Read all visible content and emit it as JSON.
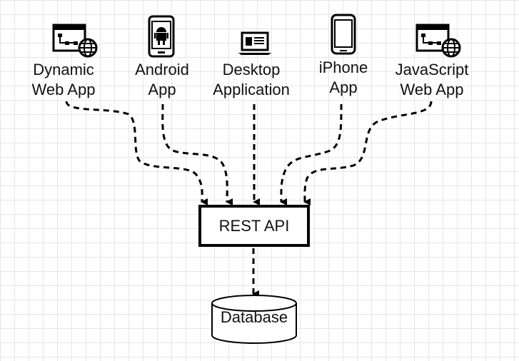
{
  "clients": [
    {
      "line1": "Dynamic",
      "line2": "Web App",
      "icon": "web-app-globe-icon"
    },
    {
      "line1": "Android",
      "line2": "App",
      "icon": "android-phone-icon"
    },
    {
      "line1": "Desktop",
      "line2": "Application",
      "icon": "desktop-laptop-icon"
    },
    {
      "line1": "iPhone",
      "line2": "App",
      "icon": "iphone-icon"
    },
    {
      "line1": "JavaScript",
      "line2": "Web App",
      "icon": "web-app-globe-icon"
    }
  ],
  "api": {
    "label": "REST API"
  },
  "database": {
    "label": "Database"
  },
  "colors": {
    "grid": "#e6e6e6",
    "stroke": "#000000",
    "text": "#111111"
  }
}
